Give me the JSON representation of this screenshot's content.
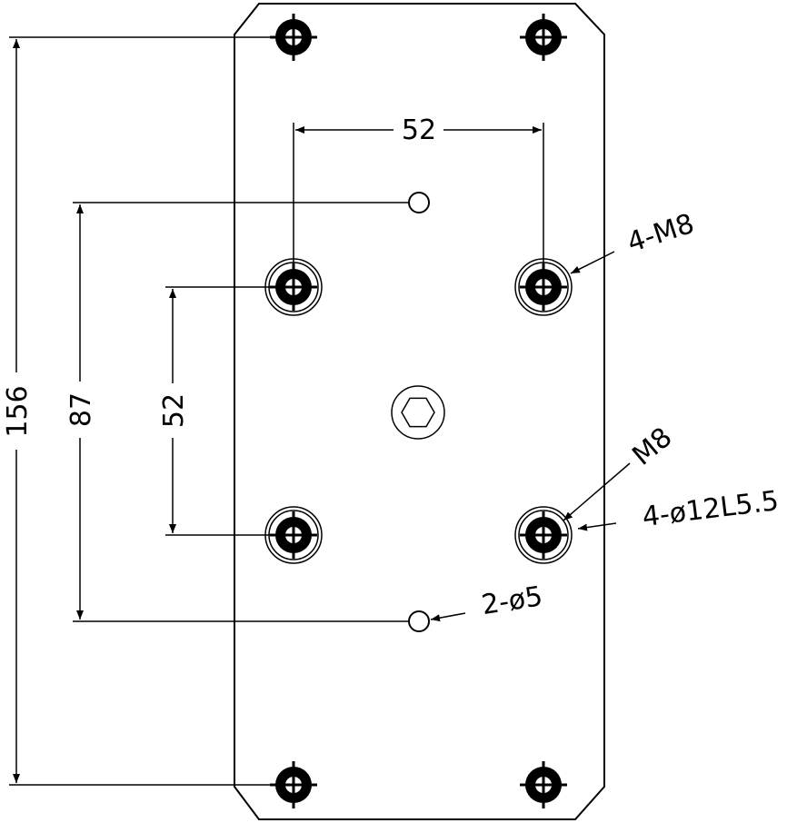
{
  "dimensions": {
    "horizontal_spacing": "52",
    "vertical_spacing": "52",
    "pin_spacing": "87",
    "overall_height": "156"
  },
  "callouts": {
    "tapped_holes": "4-M8",
    "thread": "M8",
    "counterbore": "4-ø12L5.5",
    "pin_holes": "2-ø5"
  }
}
